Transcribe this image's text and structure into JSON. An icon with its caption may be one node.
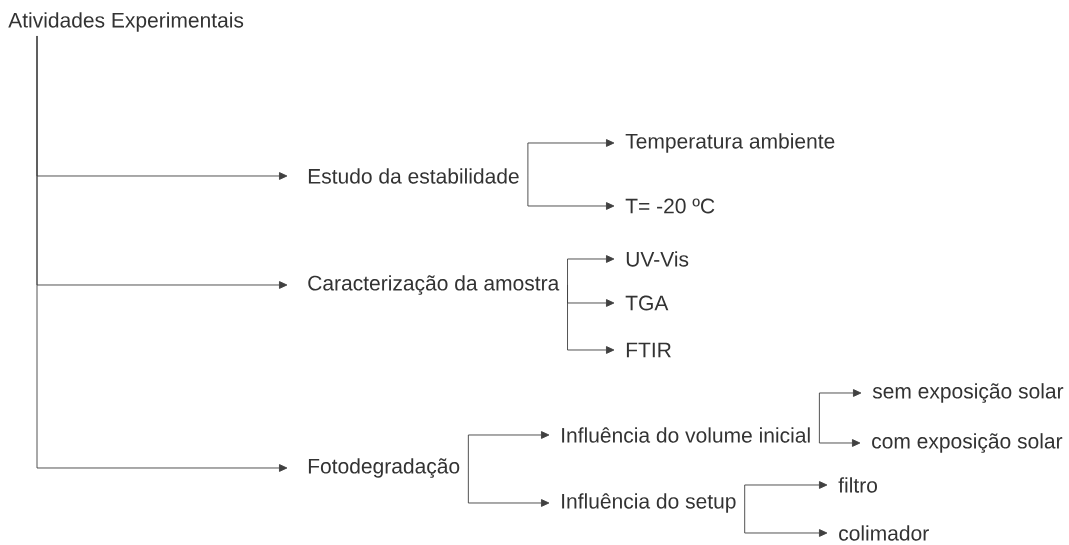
{
  "diagram": {
    "nodes": [
      {
        "text": [
          "Atividades Experimentais"
        ]
      },
      {
        "text": [
          "Estudo da estabilidade"
        ]
      },
      {
        "text": [
          "Temperatura ambiente"
        ]
      },
      {
        "text": [
          "T= -20 ºC"
        ]
      },
      {
        "text": [
          "Caracterização da amostra"
        ]
      },
      {
        "text": [
          "UV-Vis"
        ]
      },
      {
        "text": [
          "TGA"
        ]
      },
      {
        "text": [
          "FTIR"
        ]
      },
      {
        "text": [
          "Fotodegradação"
        ]
      },
      {
        "text": [
          "Influência do volume inicial"
        ]
      },
      {
        "text": [
          "Influência do setup"
        ]
      },
      {
        "text": [
          "sem exposição solar"
        ]
      },
      {
        "text": [
          "com exposição solar"
        ]
      },
      {
        "text": [
          "filtro"
        ]
      },
      {
        "text": [
          "colimador"
        ]
      }
    ],
    "edges": [
      {
        "from": 0,
        "to": 1,
        "arrow": "to"
      },
      {
        "from": 0,
        "to": 4,
        "arrow": "to"
      },
      {
        "from": 0,
        "to": 8,
        "arrow": "to"
      },
      {
        "from": 1,
        "to": 2,
        "arrow": "to"
      },
      {
        "from": 1,
        "to": 3,
        "arrow": "to"
      },
      {
        "from": 4,
        "to": 5,
        "arrow": "to"
      },
      {
        "from": 4,
        "to": 6,
        "arrow": "to"
      },
      {
        "from": 4,
        "to": 7,
        "arrow": "to"
      },
      {
        "from": 8,
        "to": 9,
        "arrow": "to"
      },
      {
        "from": 8,
        "to": 10,
        "arrow": "to"
      },
      {
        "from": 9,
        "to": 11,
        "arrow": "to"
      },
      {
        "from": 9,
        "to": 12,
        "arrow": "to"
      },
      {
        "from": 10,
        "to": 13,
        "arrow": "to"
      },
      {
        "from": 10,
        "to": 14,
        "arrow": "to"
      }
    ]
  }
}
